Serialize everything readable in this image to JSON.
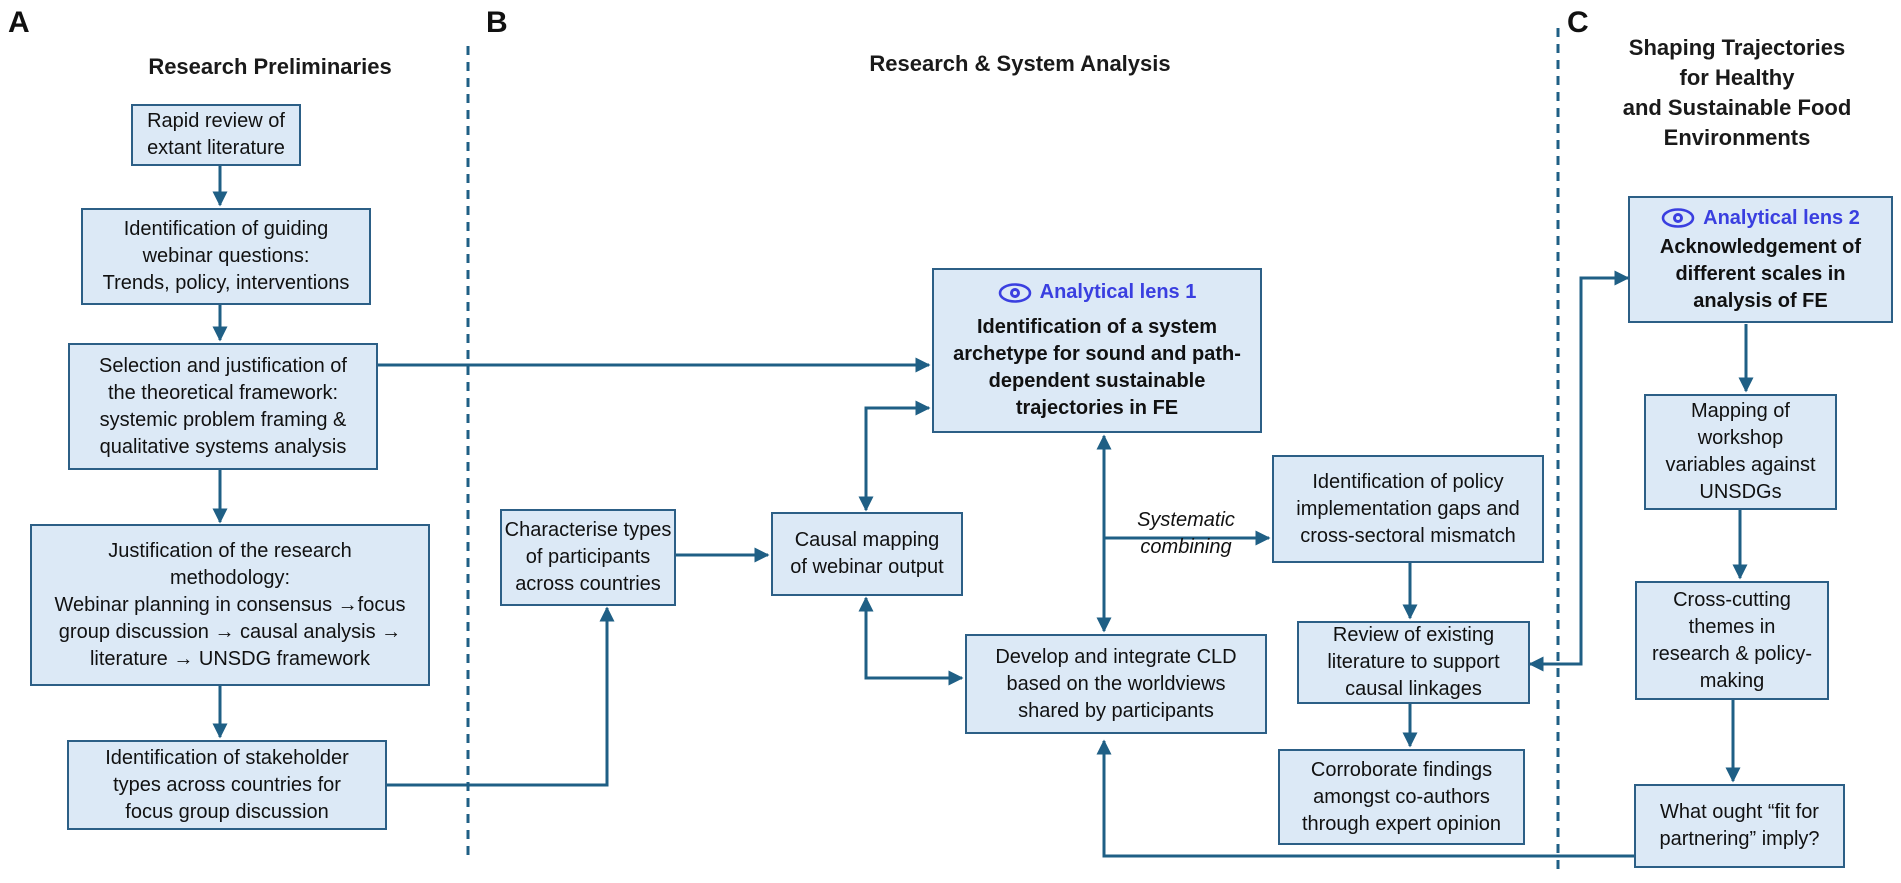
{
  "panels": {
    "a": {
      "letter": "A",
      "title": "Research Preliminaries"
    },
    "b": {
      "letter": "B",
      "title": "Research & System Analysis"
    },
    "c": {
      "letter": "C",
      "title_lines": [
        "Shaping Trajectories",
        "for Healthy",
        "and Sustainable Food",
        "Environments"
      ]
    }
  },
  "boxes": {
    "rapid_review": {
      "lines": [
        "Rapid review of",
        "extant literature"
      ]
    },
    "guiding_questions": {
      "lines": [
        "Identification of guiding",
        "webinar questions:",
        "Trends, policy, interventions"
      ]
    },
    "theoretical_framework": {
      "lines": [
        "Selection and justification of",
        "the theoretical  framework:",
        "systemic problem framing &",
        "qualitative systems analysis"
      ]
    },
    "research_methodology": {
      "lines": [
        "Justification of the research",
        "methodology:",
        "Webinar planning in consensus →focus",
        "group discussion → causal analysis →",
        "literature  → UNSDG framework"
      ]
    },
    "stakeholder_types": {
      "lines": [
        "Identification of stakeholder",
        "types across countries for",
        "focus group discussion"
      ]
    },
    "characterise_participants": {
      "lines": [
        "Characterise types",
        "of participants",
        "across countries"
      ]
    },
    "causal_mapping": {
      "lines": [
        "Causal mapping",
        "of webinar output"
      ]
    },
    "analytical_lens_1": {
      "label": "Analytical lens 1",
      "icon": "eye-icon",
      "lines": [
        "Identification of a system",
        "archetype for sound and path-",
        "dependent sustainable",
        "trajectories in FE"
      ]
    },
    "develop_cld": {
      "lines": [
        "Develop  and integrate CLD",
        "based on the worldviews",
        "shared by participants"
      ]
    },
    "policy_gaps": {
      "lines": [
        "Identification of policy",
        "implementation gaps and",
        "cross-sectoral mismatch"
      ]
    },
    "review_literature": {
      "lines": [
        "Review of existing",
        "literature to support",
        "causal linkages"
      ]
    },
    "corroborate_findings": {
      "lines": [
        "Corroborate findings",
        "amongst co-authors",
        "through expert opinion"
      ]
    },
    "analytical_lens_2": {
      "label": "Analytical lens 2",
      "icon": "eye-icon",
      "lines": [
        "Acknowledgement of",
        "different scales in",
        "analysis of FE"
      ]
    },
    "mapping_unsdgs": {
      "lines": [
        "Mapping of",
        "workshop",
        "variables against",
        "UNSDGs"
      ]
    },
    "cross_cutting": {
      "lines": [
        "Cross-cutting",
        "themes in",
        "research & policy-",
        "making"
      ]
    },
    "fit_for_partnering": {
      "lines": [
        "What ought “fit for",
        "partnering” imply?"
      ]
    }
  },
  "edge_labels": {
    "systematic_combining": [
      "Systematic",
      "combining"
    ]
  },
  "colors": {
    "box_fill": "#dce9f6",
    "box_border": "#2c5f86",
    "arrow": "#1f5f85",
    "lens_label": "#3a3fe0",
    "divider": "#1f5f85"
  }
}
